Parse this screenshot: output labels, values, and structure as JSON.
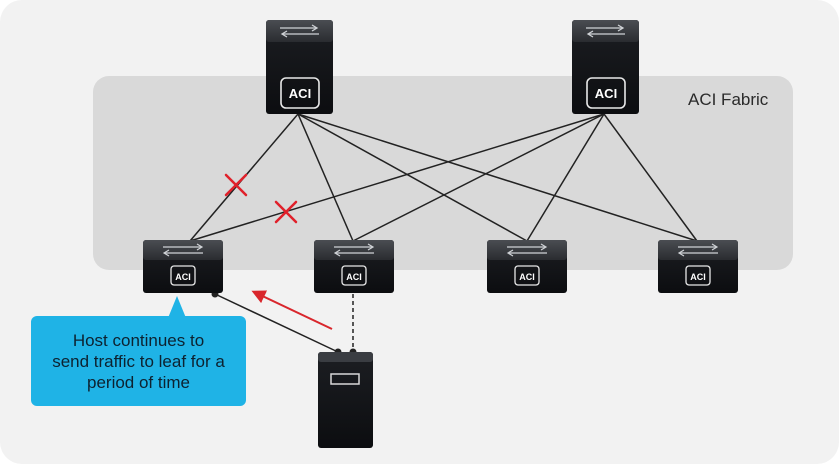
{
  "diagram": {
    "fabric_label": "ACI Fabric",
    "device_badge_text": "ACI",
    "callout_text": "Host continues to\nsend traffic to leaf for a\nperiod of time",
    "colors": {
      "background": "#f2f2f2",
      "fabric_zone": "#d9d9d9",
      "link": "#222222",
      "failure_mark": "#e0202a",
      "traffic_arrow": "#d9262c",
      "callout": "#1fb3e6"
    },
    "icons": {
      "spine": "switch-icon",
      "leaf": "switch-icon",
      "host": "server-icon",
      "failure": "x-mark-icon"
    }
  }
}
